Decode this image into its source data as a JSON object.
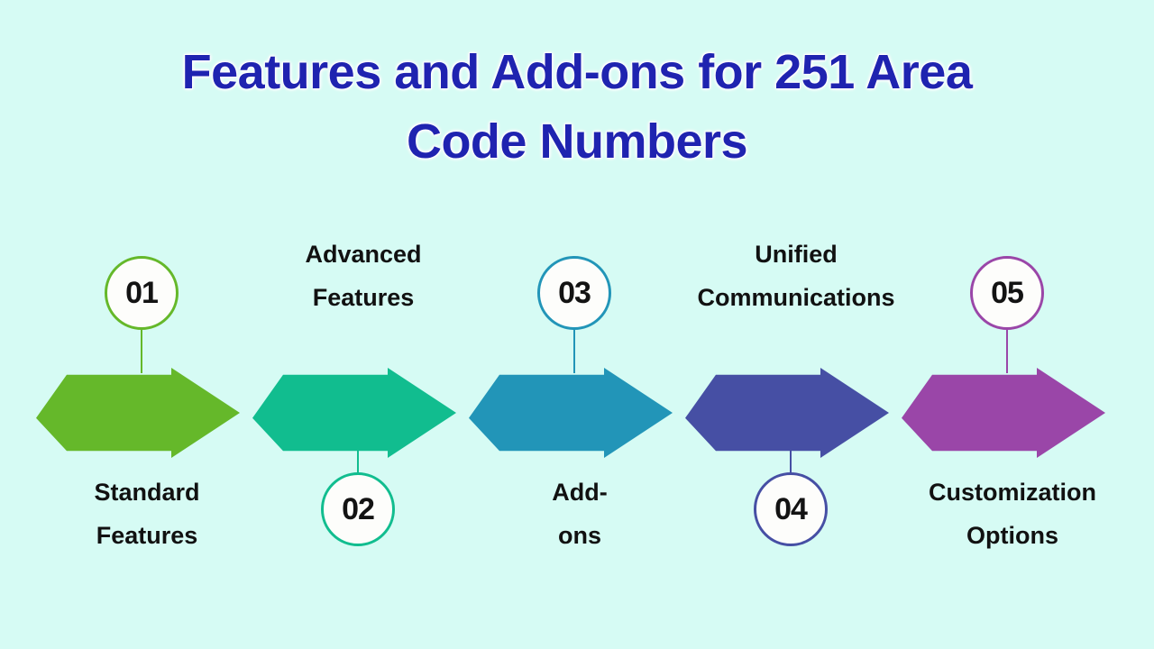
{
  "background_color": "#d6fbf4",
  "title": {
    "text": "Features and Add-ons for 251 Area\nCode Numbers",
    "color": "#1f23b0"
  },
  "flow": {
    "type": "process-arrow-sequence",
    "steps": [
      {
        "number": "01",
        "label": "Standard\nFeatures",
        "color": "#65b82a",
        "circle_position": "above",
        "label_position": "below"
      },
      {
        "number": "02",
        "label": "Advanced\nFeatures",
        "color": "#11bd8f",
        "circle_position": "below",
        "label_position": "above"
      },
      {
        "number": "03",
        "label": "Add-\nons",
        "color": "#2295b8",
        "circle_position": "above",
        "label_position": "below"
      },
      {
        "number": "04",
        "label": "Unified\nCommunications",
        "color": "#464fa4",
        "circle_position": "below",
        "label_position": "above"
      },
      {
        "number": "05",
        "label": "Customization\nOptions",
        "color": "#9a46a8",
        "circle_position": "above",
        "label_position": "below"
      }
    ]
  }
}
